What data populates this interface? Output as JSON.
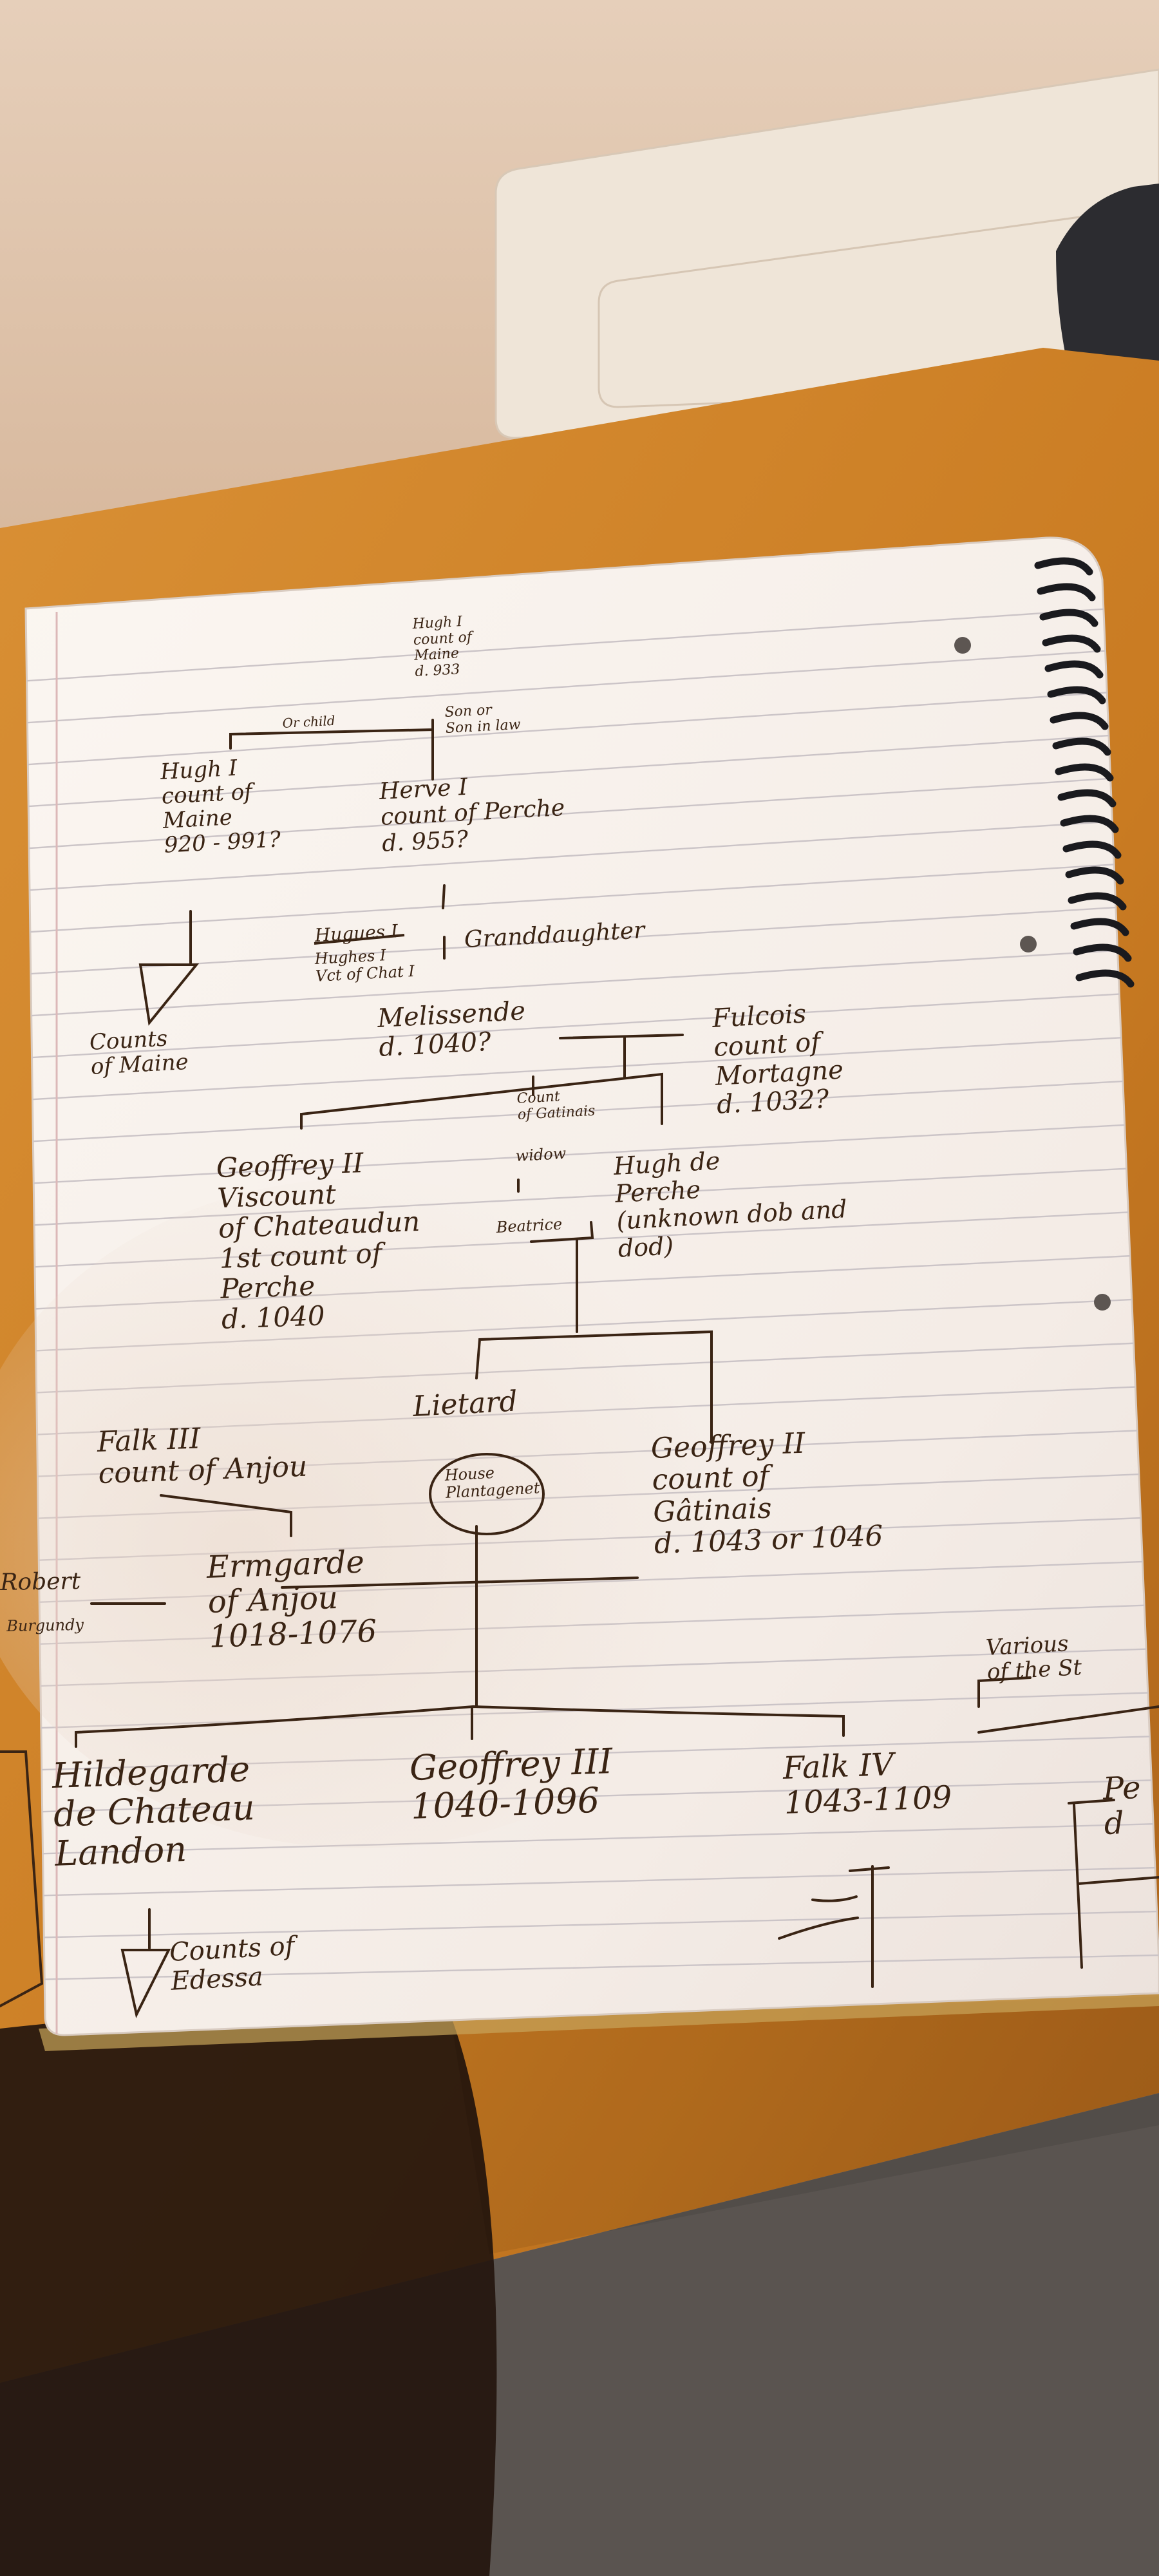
{
  "photo": {
    "subject": "hand-drawn family tree in a spiral notebook on a wooden desk",
    "colors": {
      "wall": "#e3c9b1",
      "outlet_plate": "#efe4d6",
      "desk": "#d58a2e",
      "paper": "#f8f2ec",
      "ruled_lines": "#c9c4c6",
      "margin_line": "#d8b6b6",
      "ink": "#3a2414",
      "shadow": "#2a1a10"
    }
  },
  "tree": {
    "hugh_top": "Hugh I\ncount of\nMaine\nd. 933",
    "branch_left_label": "Or child",
    "branch_right_label": "Son or\nSon in law",
    "hugh_maine": "Hugh I\ncount of\nMaine\n920 - 991?",
    "herve": "Herve I\ncount of Perche\nd. 955?",
    "counts_of_maine": "Counts\nof Maine",
    "hugues_crossed": "Hugues I",
    "hugues_viscount": "Hughes I\nVct of Chat I",
    "granddaughter": "Granddaughter",
    "melissende": "Melissende\nd. 1040?",
    "fulcois": "Fulcois\ncount of\nMortagne\nd. 1032?",
    "geoffrey_ii_viscount": "Geoffrey II\nViscount\nof Chateaudun\n1st count of\nPerche\nd. 1040",
    "count_of_gatinais": "Count\nof Gatinais",
    "widow": "widow",
    "hugh_de_perche": "Hugh de\nPerche\n(unknown dob and\ndod)",
    "beatrice": "Beatrice",
    "falk_iii": "Falk III\ncount of Anjou",
    "lietard": "Lietard",
    "house_plantagenet": "House\nPlantagenet",
    "geoffrey_ii_gatinais": "Geoffrey II\ncount of\nGâtinais\nd. 1043 or 1046",
    "robert": "Robert",
    "burgundy": "Burgundy",
    "ermgarde": "Ermgarde\nof Anjou\n1018-1076",
    "various": "Various\nof the St",
    "hildegarde": "Hildegarde\nde Chateau\nLandon",
    "geoffrey_iii": "Geoffrey III\n1040-1096",
    "falk_iv": "Falk IV\n1043-1109",
    "pe_partial": "Pe\nd",
    "counts_of_edessa": "Counts of\nEdessa"
  }
}
